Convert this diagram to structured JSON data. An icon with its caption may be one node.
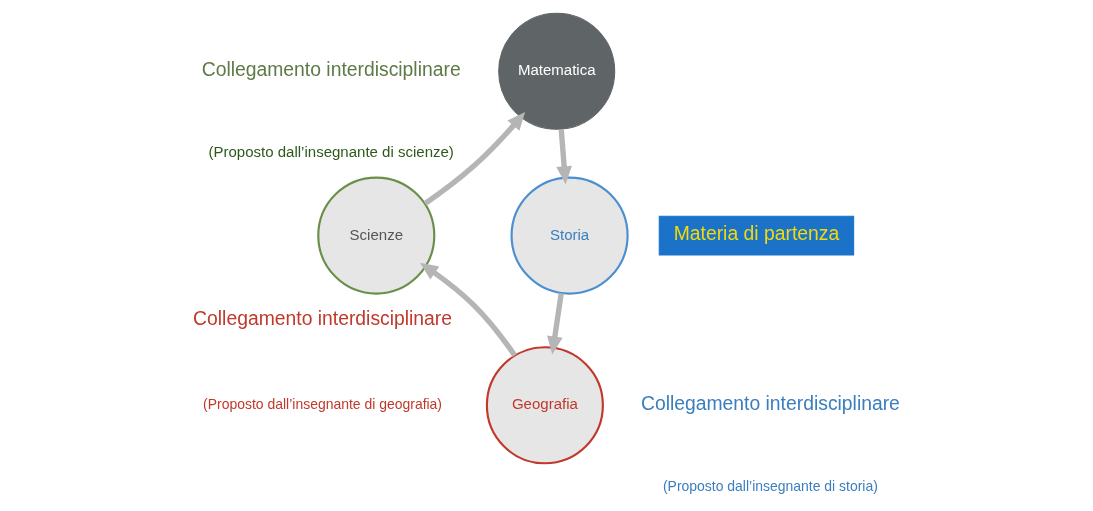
{
  "diagram": {
    "nodes": [
      {
        "text": [
          "Matematica"
        ]
      },
      {
        "text": [
          "Storia"
        ]
      },
      {
        "text": [
          "Geografia"
        ]
      },
      {
        "text": [
          "Scienze"
        ]
      },
      {
        "text": [
          "Materia di partenza"
        ]
      }
    ],
    "edges": [
      {
        "from": 0,
        "to": 1,
        "arrow": "to"
      },
      {
        "from": 1,
        "to": 2,
        "arrow": "to"
      },
      {
        "from": 2,
        "to": 3,
        "arrow": "to"
      },
      {
        "from": 3,
        "to": 0,
        "arrow": "to"
      }
    ],
    "labels": [
      "Collegamento interdisciplinare",
      "(Proposto dall’insegnante di scienze)",
      "Collegamento interdisciplinare",
      "(Proposto dall’insegnante di geografia)",
      "Collegamento interdisciplinare",
      "(Proposto dall’insegnante di storia)"
    ]
  }
}
